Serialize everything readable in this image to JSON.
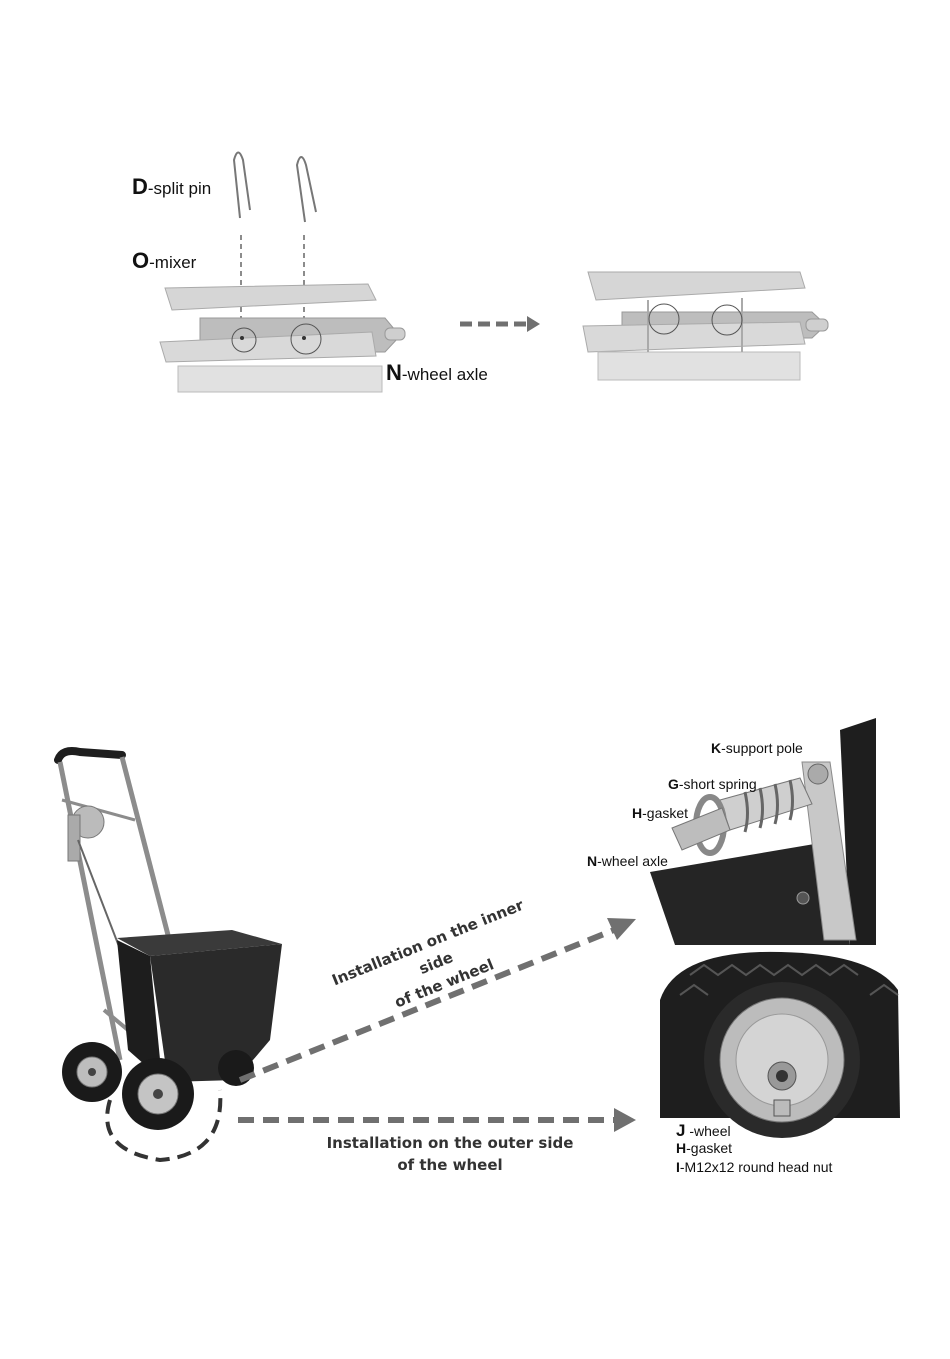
{
  "top": {
    "split_pin": {
      "letter": "D",
      "text": "-split pin"
    },
    "mixer": {
      "letter": "O",
      "text": "-mixer"
    },
    "wheel_axle": {
      "letter": "N",
      "text": "-wheel axle"
    }
  },
  "bottom": {
    "inner": {
      "line1": "Installation on the inner side",
      "line2": "of the wheel",
      "labels": {
        "support_pole": {
          "letter": "K",
          "text": "-support pole"
        },
        "short_spring": {
          "letter": "G",
          "text": "-short spring"
        },
        "gasket": {
          "letter": "H",
          "text": "-gasket"
        },
        "wheel_axle": {
          "letter": "N",
          "text": "-wheel axle"
        }
      }
    },
    "outer": {
      "line1": "Installation on the outer side",
      "line2": "of the wheel",
      "labels": {
        "wheel": {
          "letter": "J",
          "text": " -wheel"
        },
        "gasket": {
          "letter": "H",
          "text": "-gasket"
        },
        "nut": {
          "letter": "I",
          "text": "-M12x12 round head nut"
        }
      }
    }
  },
  "colors": {
    "part_light": "#dcdcdc",
    "part_mid": "#b9b9b9",
    "dark": "#222222",
    "arrow": "#707070"
  }
}
